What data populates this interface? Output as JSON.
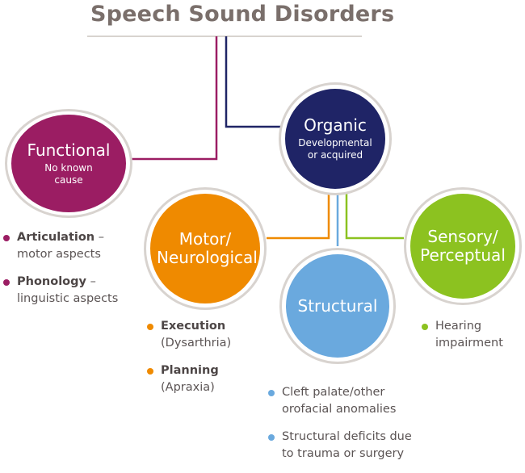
{
  "title": "Speech Sound Disorders",
  "colors": {
    "functional": "#9b1d63",
    "organic": "#1f2466",
    "motor": "#ef8a00",
    "structural": "#6aa9de",
    "sensory": "#8cc220",
    "ring": "#d8d3cf"
  },
  "nodes": {
    "functional": {
      "title": "Functional",
      "sub": "No known cause"
    },
    "organic": {
      "title": "Organic",
      "sub": "Developmental or acquired"
    },
    "motor": {
      "title": "Motor/ Neurological"
    },
    "structural": {
      "title": "Structural"
    },
    "sensory": {
      "title": "Sensory/ Perceptual"
    }
  },
  "functional_bullets": [
    {
      "bold": "Articulation",
      "rest": " – motor aspects"
    },
    {
      "bold": "Phonology",
      "rest": " – linguistic aspects"
    }
  ],
  "motor_bullets": [
    {
      "bold": "Execution",
      "rest": " (Dysarthria)"
    },
    {
      "bold": "Planning",
      "rest": " (Apraxia)"
    }
  ],
  "structural_bullets": [
    {
      "text": "Cleft palate/other orofacial anomalies"
    },
    {
      "text": "Structural deficits due to trauma or surgery"
    }
  ],
  "sensory_bullets": [
    {
      "text": "Hearing impairment"
    }
  ]
}
